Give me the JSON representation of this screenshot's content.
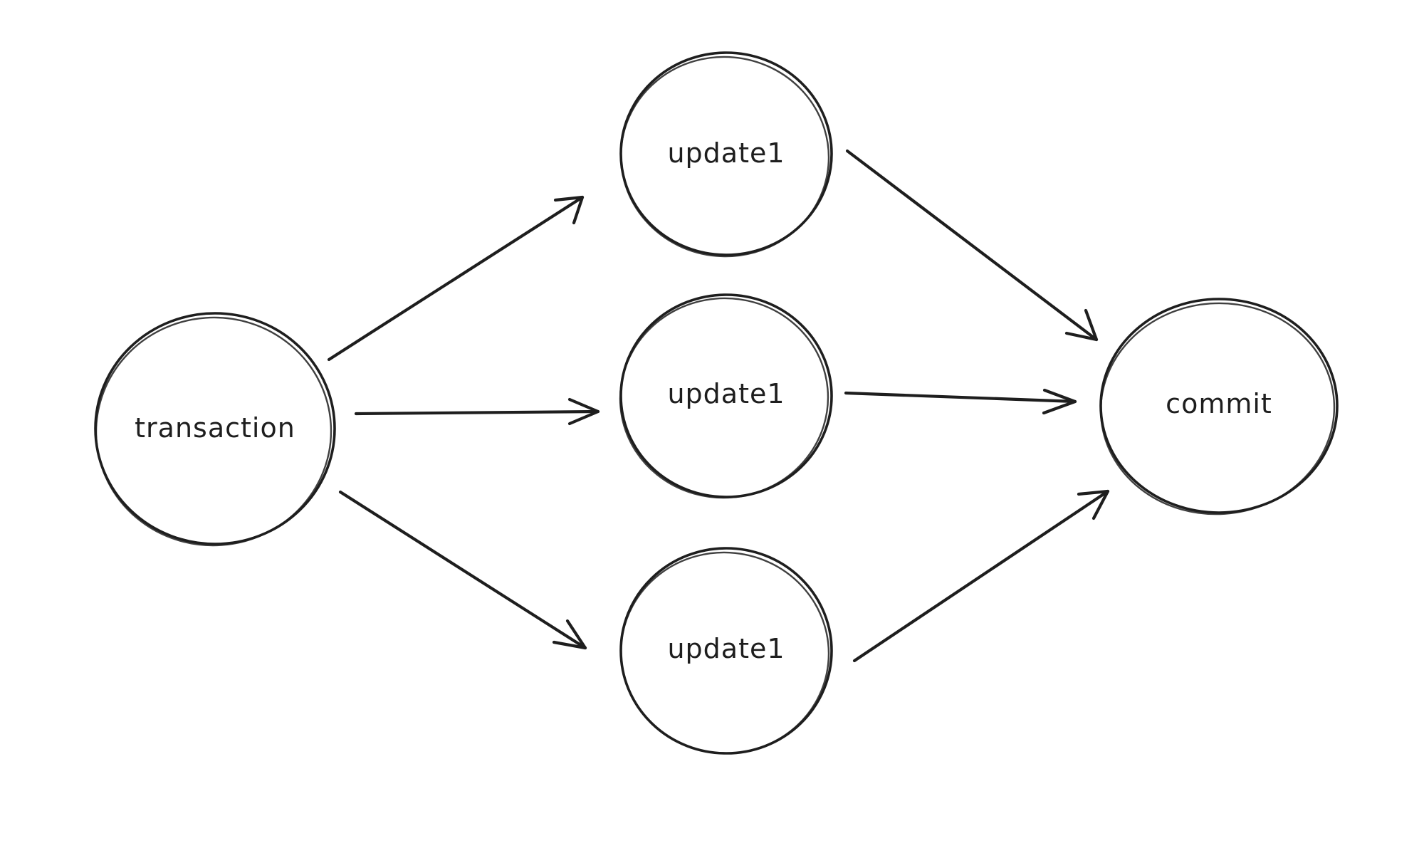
{
  "diagram": {
    "nodes": [
      {
        "id": "transaction",
        "label": "transaction"
      },
      {
        "id": "update1_top",
        "label": "update1"
      },
      {
        "id": "update1_middle",
        "label": "update1"
      },
      {
        "id": "update1_bottom",
        "label": "update1"
      },
      {
        "id": "commit",
        "label": "commit"
      }
    ],
    "edges": [
      {
        "from": "transaction",
        "to": "update1_top"
      },
      {
        "from": "transaction",
        "to": "update1_middle"
      },
      {
        "from": "transaction",
        "to": "update1_bottom"
      },
      {
        "from": "update1_top",
        "to": "commit"
      },
      {
        "from": "update1_middle",
        "to": "commit"
      },
      {
        "from": "update1_bottom",
        "to": "commit"
      }
    ],
    "colors": {
      "stroke": "#1e1e1e",
      "background": "#ffffff"
    }
  }
}
